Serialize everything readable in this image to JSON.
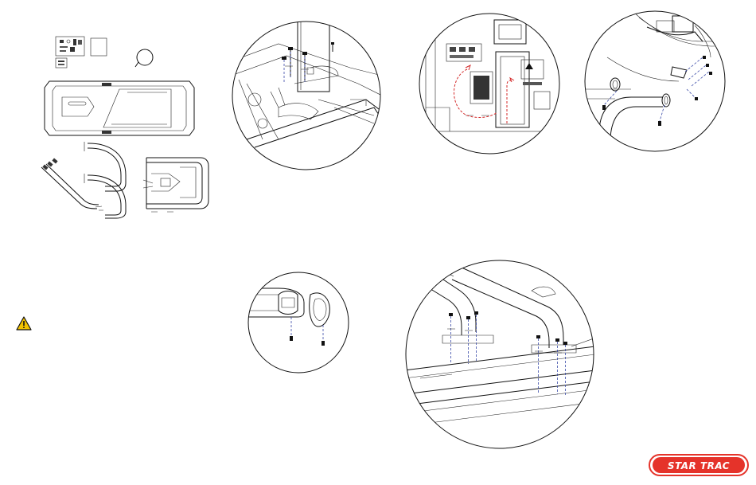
{
  "page": {
    "background": "#ffffff"
  },
  "panels": [
    {
      "name": "parts-overview"
    },
    {
      "name": "step-base-connection"
    },
    {
      "name": "step-motor-cover-wiring"
    },
    {
      "name": "step-upright-end-caps"
    },
    {
      "name": "step-end-cap-install"
    },
    {
      "name": "step-uprights-mount"
    }
  ],
  "warning": {
    "icon": "warning-triangle-icon",
    "color": "#f2c200"
  },
  "brand": {
    "logo_text": "STAR TRAC",
    "color": "#e5332a"
  }
}
